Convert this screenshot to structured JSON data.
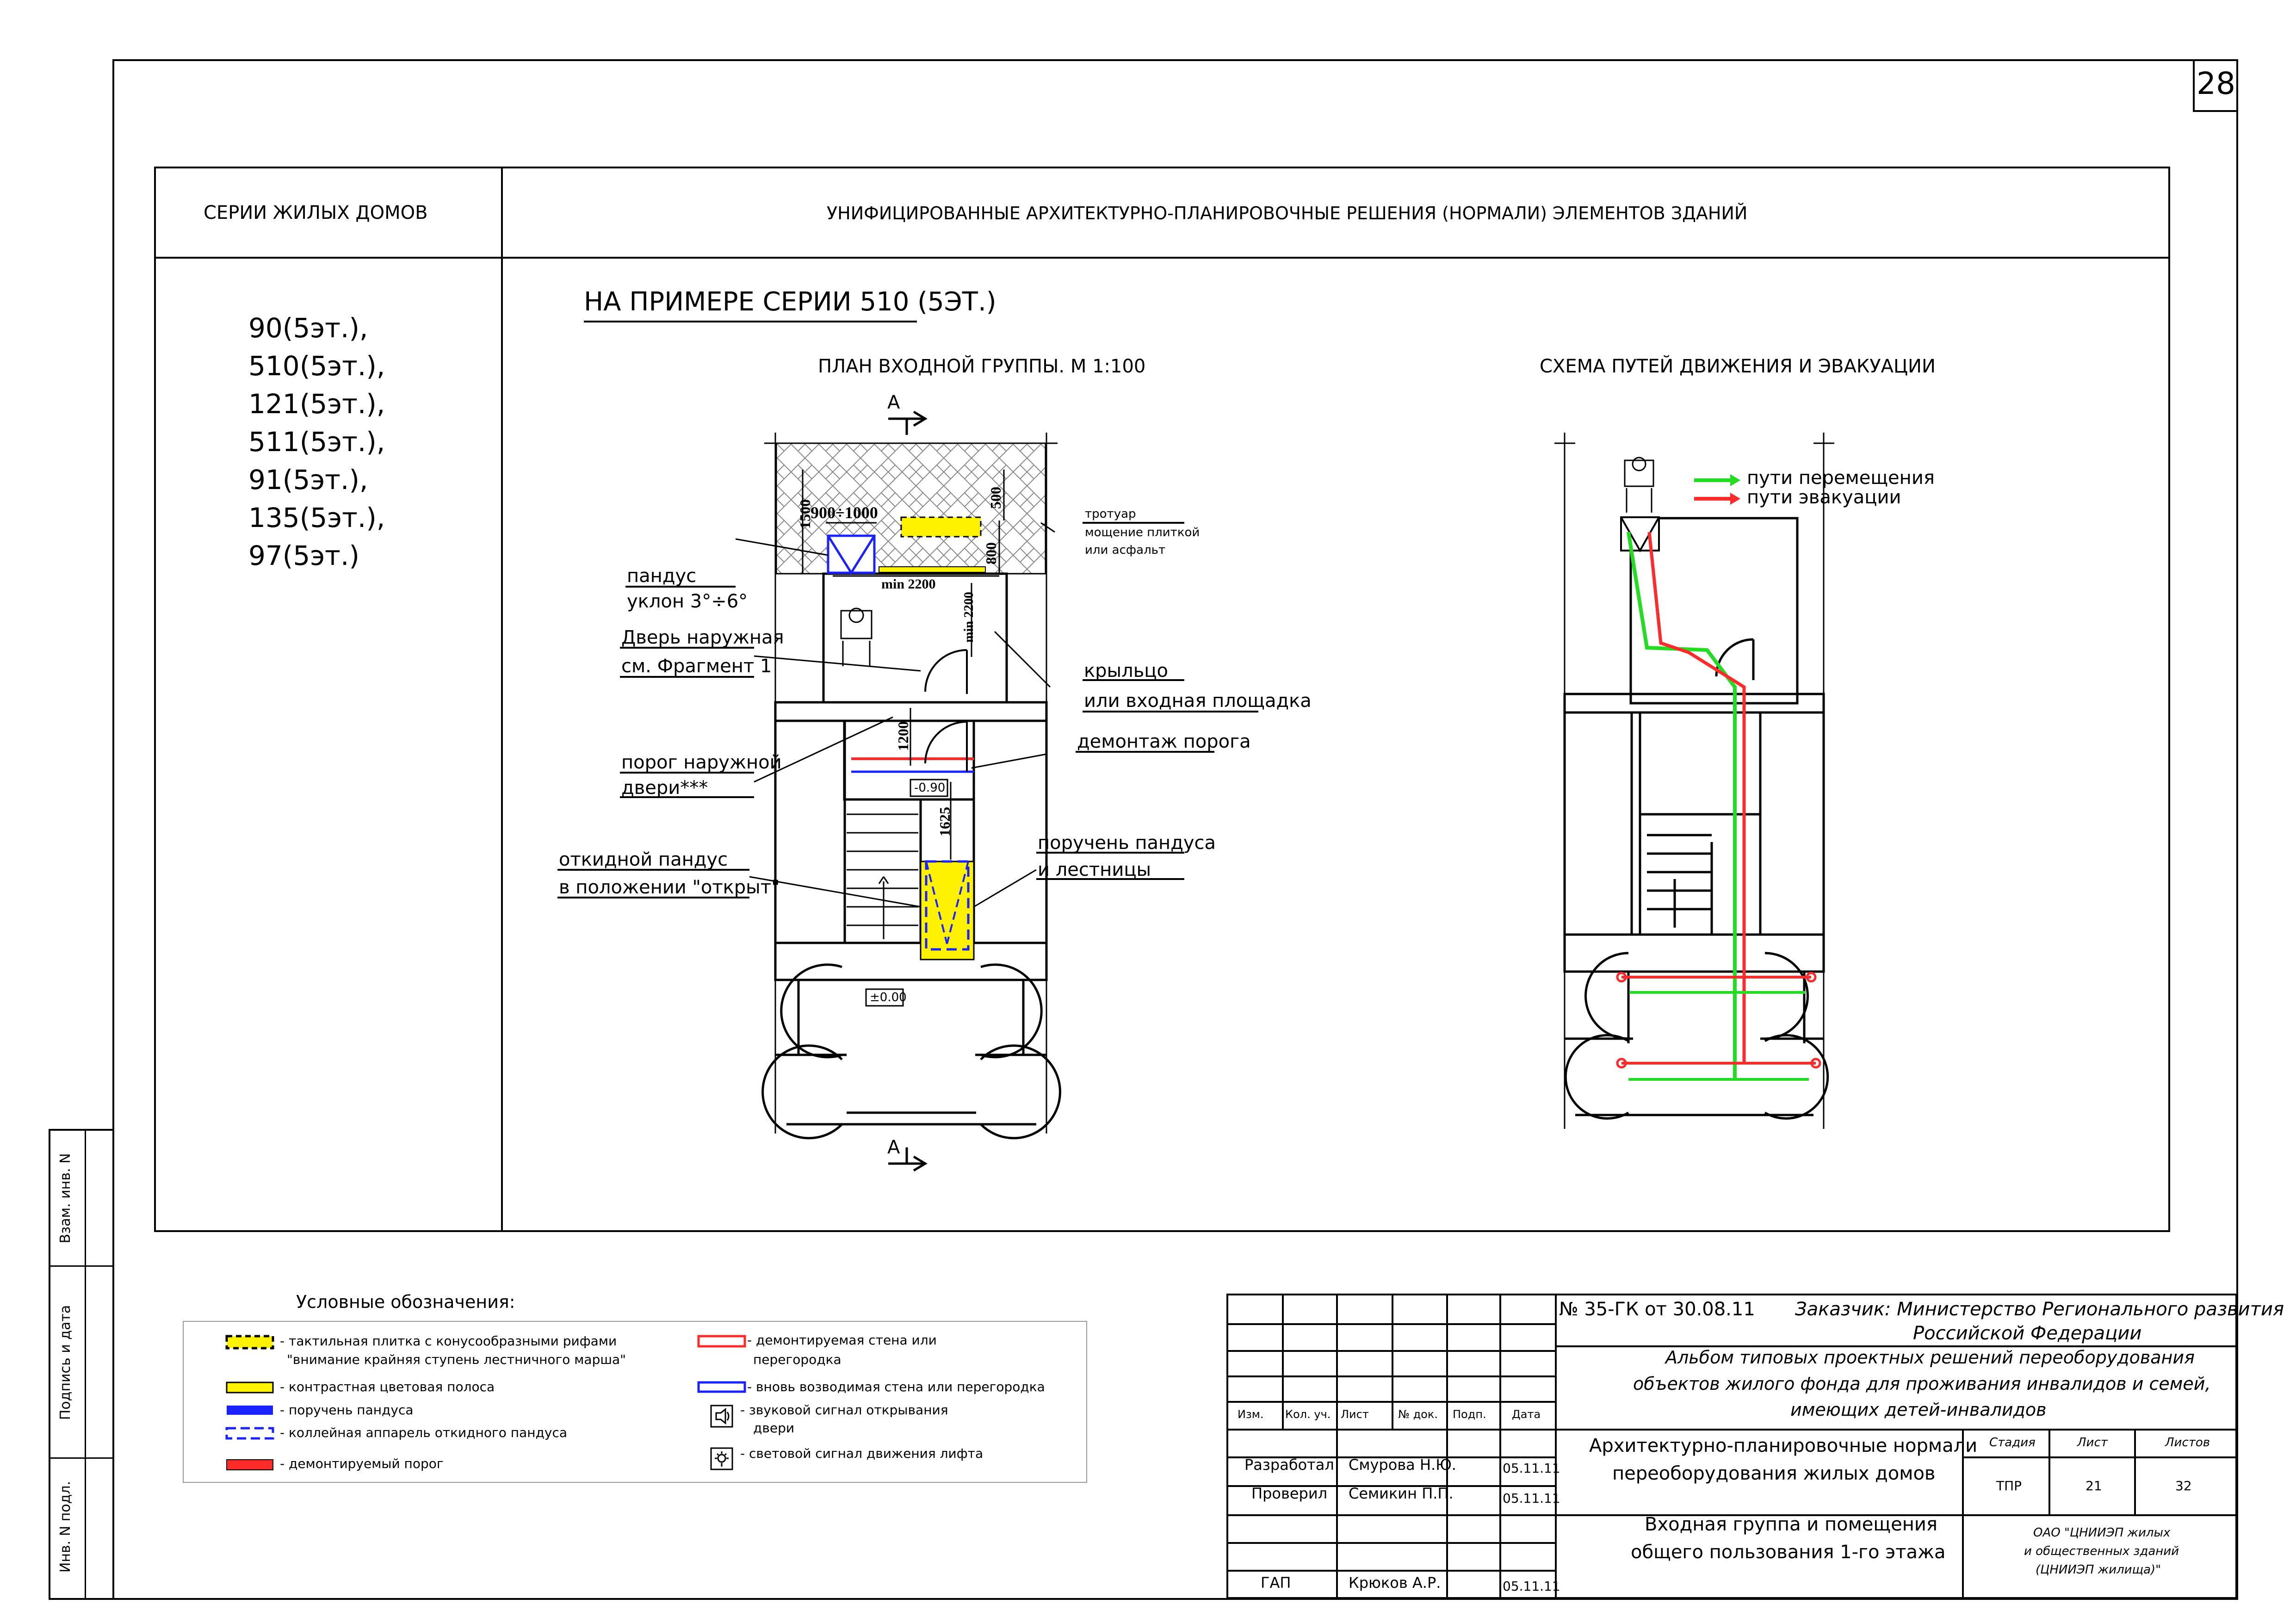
{
  "sheet_number": "28",
  "side_labels": {
    "vzam": "Взам. инв. N",
    "podpis": "Подпись и дата",
    "inv": "Инв. N подл."
  },
  "header": {
    "left": "СЕРИИ ЖИЛЫХ ДОМОВ",
    "right": "УНИФИЦИРОВАННЫЕ АРХИТЕКТУРНО-ПЛАНИРОВОЧНЫЕ РЕШЕНИЯ (НОРМАЛИ) ЭЛЕМЕНТОВ ЗДАНИЙ"
  },
  "series": [
    "90(5эт.),",
    "510(5эт.),",
    "121(5эт.),",
    "511(5эт.),",
    "91(5эт.),",
    "135(5эт.),",
    "97(5эт.)"
  ],
  "example_title": "НА ПРИМЕРЕ СЕРИИ 510 (5ЭТ.)",
  "plan": {
    "title": "ПЛАН ВХОДНОЙ ГРУППЫ. М 1:100",
    "section_mark": "А",
    "dims": {
      "d1500": "1500",
      "d900": "900÷1000",
      "d500": "500",
      "d800": "800",
      "min2200a": "min 2200",
      "min2200b": "min 2200",
      "d1200": "1200",
      "d1625": "1625"
    },
    "levels": {
      "minus": "-0.90",
      "zero": "±0.00"
    },
    "callouts": {
      "pandus1": "пандус",
      "pandus2": "уклон 3°÷6°",
      "dver1": "Дверь наружная",
      "dver2": "см. Фрагмент 1",
      "porog1": "порог наружной",
      "porog2": "двери***",
      "otkid1": "откидной пандус",
      "otkid2": "в положении \"открыт\"",
      "trot1": "тротуар",
      "trot2": "мощение плиткой",
      "trot3": "или асфальт",
      "kryl1": "крыльцо",
      "kryl2": "или входная площадка",
      "demontazh": "демонтаж порога",
      "poruch1": "поручень пандуса",
      "poruch2": "и лестницы"
    }
  },
  "scheme": {
    "title": "СХЕМА ПУТЕЙ ДВИЖЕНИЯ И ЭВАКУАЦИИ",
    "legend": [
      {
        "label": "пути перемещения",
        "color": "#22dd22"
      },
      {
        "label": "пути эвакуации",
        "color": "#ff2a2a"
      }
    ]
  },
  "legend": {
    "title": "Условные обозначения:",
    "left": [
      {
        "text": "- тактильная плитка с конусообразными рифами",
        "text2": "\"внимание крайняя ступень лестничного марша\"",
        "icon": "tactile-tile-icon"
      },
      {
        "text": "- контрастная цветовая полоса",
        "icon": "contrast-strip-icon"
      },
      {
        "text": "- поручень пандуса",
        "icon": "handrail-icon"
      },
      {
        "text": "- коллейная аппарель откидного пандуса",
        "icon": "ramp-rail-icon"
      },
      {
        "text": "- демонтируемый порог",
        "icon": "removed-threshold-icon"
      }
    ],
    "right": [
      {
        "text": "- демонтируемая стена или",
        "text2": "перегородка",
        "icon": "removed-wall-icon"
      },
      {
        "text": "- вновь возводимая стена или перегородка",
        "icon": "new-wall-icon"
      },
      {
        "text": "- звуковой сигнал открывания",
        "text2": "двери",
        "icon": "sound-signal-icon"
      },
      {
        "text": "- световой сигнал движения лифта",
        "icon": "light-signal-icon"
      }
    ]
  },
  "stamp": {
    "contract": "№ 35-ГК от 30.08.11",
    "customer1": "Заказчик: Министерство Регионального развития",
    "customer2": "Российской Федерации",
    "album1": "Альбом типовых проектных решений переоборудования",
    "album2": "объектов жилого фонда для проживания инвалидов и семей,",
    "album3": "имеющих детей-инвалидов",
    "cols": [
      "Изм.",
      "Кол. уч.",
      "Лист",
      "№ док.",
      "Подп.",
      "Дата"
    ],
    "rows": [
      {
        "role": "Разработал",
        "name": "Смурова Н.Ю.",
        "date": "05.11.11"
      },
      {
        "role": "Проверил",
        "name": "Семикин П.П.",
        "date": "05.11.11"
      },
      {
        "role": "ГАП",
        "name": "Крюков А.Р.",
        "date": "05.11.11"
      }
    ],
    "section1": "Архитектурно-планировочные нормали",
    "section2": "переоборудования жилых домов",
    "sheet1": "Входная группа и помещения",
    "sheet2": "общего пользования 1-го этажа",
    "stage_h": "Стадия",
    "list_h": "Лист",
    "lists_h": "Листов",
    "stage": "ТПР",
    "list": "21",
    "lists": "32",
    "org1": "ОАО \"ЦНИИЭП жилых",
    "org2": "и общественных зданий",
    "org3": "(ЦНИИЭП жилища)\""
  }
}
